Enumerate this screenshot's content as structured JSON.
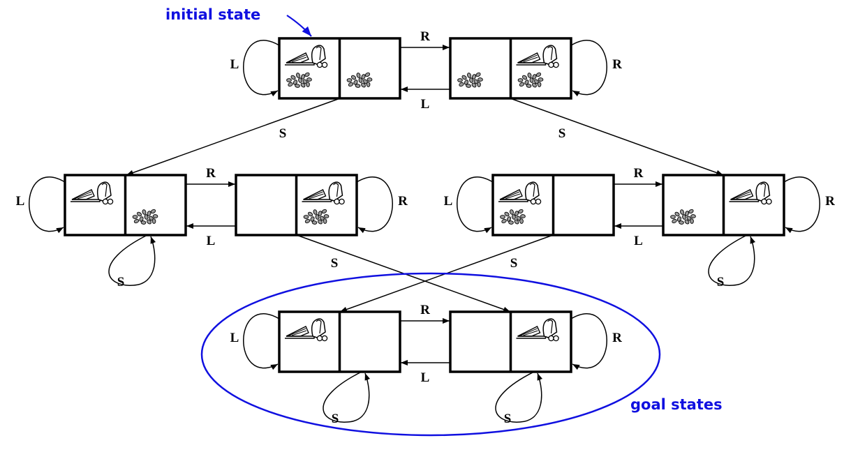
{
  "annotations": {
    "initial_label": "initial state",
    "goal_label": "goal states",
    "color": "#1010e0"
  },
  "actions": {
    "left": "L",
    "right": "R",
    "suck": "S"
  },
  "states": [
    {
      "id": 1,
      "vacuum_in": "A",
      "dirt_A": true,
      "dirt_B": true
    },
    {
      "id": 2,
      "vacuum_in": "B",
      "dirt_A": true,
      "dirt_B": true
    },
    {
      "id": 3,
      "vacuum_in": "A",
      "dirt_A": false,
      "dirt_B": true
    },
    {
      "id": 4,
      "vacuum_in": "B",
      "dirt_A": false,
      "dirt_B": true
    },
    {
      "id": 5,
      "vacuum_in": "A",
      "dirt_A": true,
      "dirt_B": false
    },
    {
      "id": 6,
      "vacuum_in": "B",
      "dirt_A": true,
      "dirt_B": false
    },
    {
      "id": 7,
      "vacuum_in": "A",
      "dirt_A": false,
      "dirt_B": false
    },
    {
      "id": 8,
      "vacuum_in": "B",
      "dirt_A": false,
      "dirt_B": false
    }
  ],
  "initial_state": 1,
  "goal_states": [
    7,
    8
  ],
  "transitions": [
    {
      "from": 1,
      "action": "R",
      "to": 2
    },
    {
      "from": 2,
      "action": "L",
      "to": 1
    },
    {
      "from": 1,
      "action": "L",
      "to": 1
    },
    {
      "from": 2,
      "action": "R",
      "to": 2
    },
    {
      "from": 1,
      "action": "S",
      "to": 3
    },
    {
      "from": 2,
      "action": "S",
      "to": 6
    },
    {
      "from": 3,
      "action": "R",
      "to": 4
    },
    {
      "from": 4,
      "action": "L",
      "to": 3
    },
    {
      "from": 3,
      "action": "L",
      "to": 3
    },
    {
      "from": 3,
      "action": "S",
      "to": 3
    },
    {
      "from": 4,
      "action": "R",
      "to": 4
    },
    {
      "from": 4,
      "action": "S",
      "to": 8
    },
    {
      "from": 5,
      "action": "R",
      "to": 6
    },
    {
      "from": 6,
      "action": "L",
      "to": 5
    },
    {
      "from": 5,
      "action": "L",
      "to": 5
    },
    {
      "from": 5,
      "action": "S",
      "to": 7
    },
    {
      "from": 6,
      "action": "R",
      "to": 6
    },
    {
      "from": 6,
      "action": "S",
      "to": 6
    },
    {
      "from": 7,
      "action": "R",
      "to": 8
    },
    {
      "from": 8,
      "action": "L",
      "to": 7
    },
    {
      "from": 7,
      "action": "L",
      "to": 7
    },
    {
      "from": 7,
      "action": "S",
      "to": 7
    },
    {
      "from": 8,
      "action": "R",
      "to": 8
    },
    {
      "from": 8,
      "action": "S",
      "to": 8
    }
  ]
}
